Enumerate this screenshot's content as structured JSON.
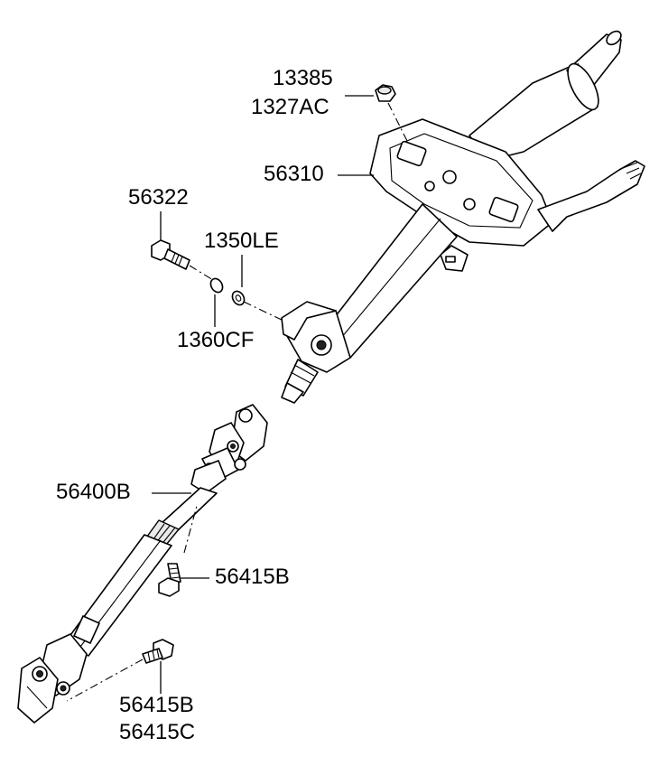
{
  "labels": {
    "p13385": "13385",
    "p1327AC": "1327AC",
    "p56310": "56310",
    "p56322": "56322",
    "p1350LE": "1350LE",
    "p1360CF": "1360CF",
    "p56400B": "56400B",
    "p56415B_mid": "56415B",
    "p56415B_bot": "56415B",
    "p56415C": "56415C"
  },
  "colors": {
    "line": "#000000",
    "background": "#ffffff",
    "shade": "#e9e9e9"
  }
}
